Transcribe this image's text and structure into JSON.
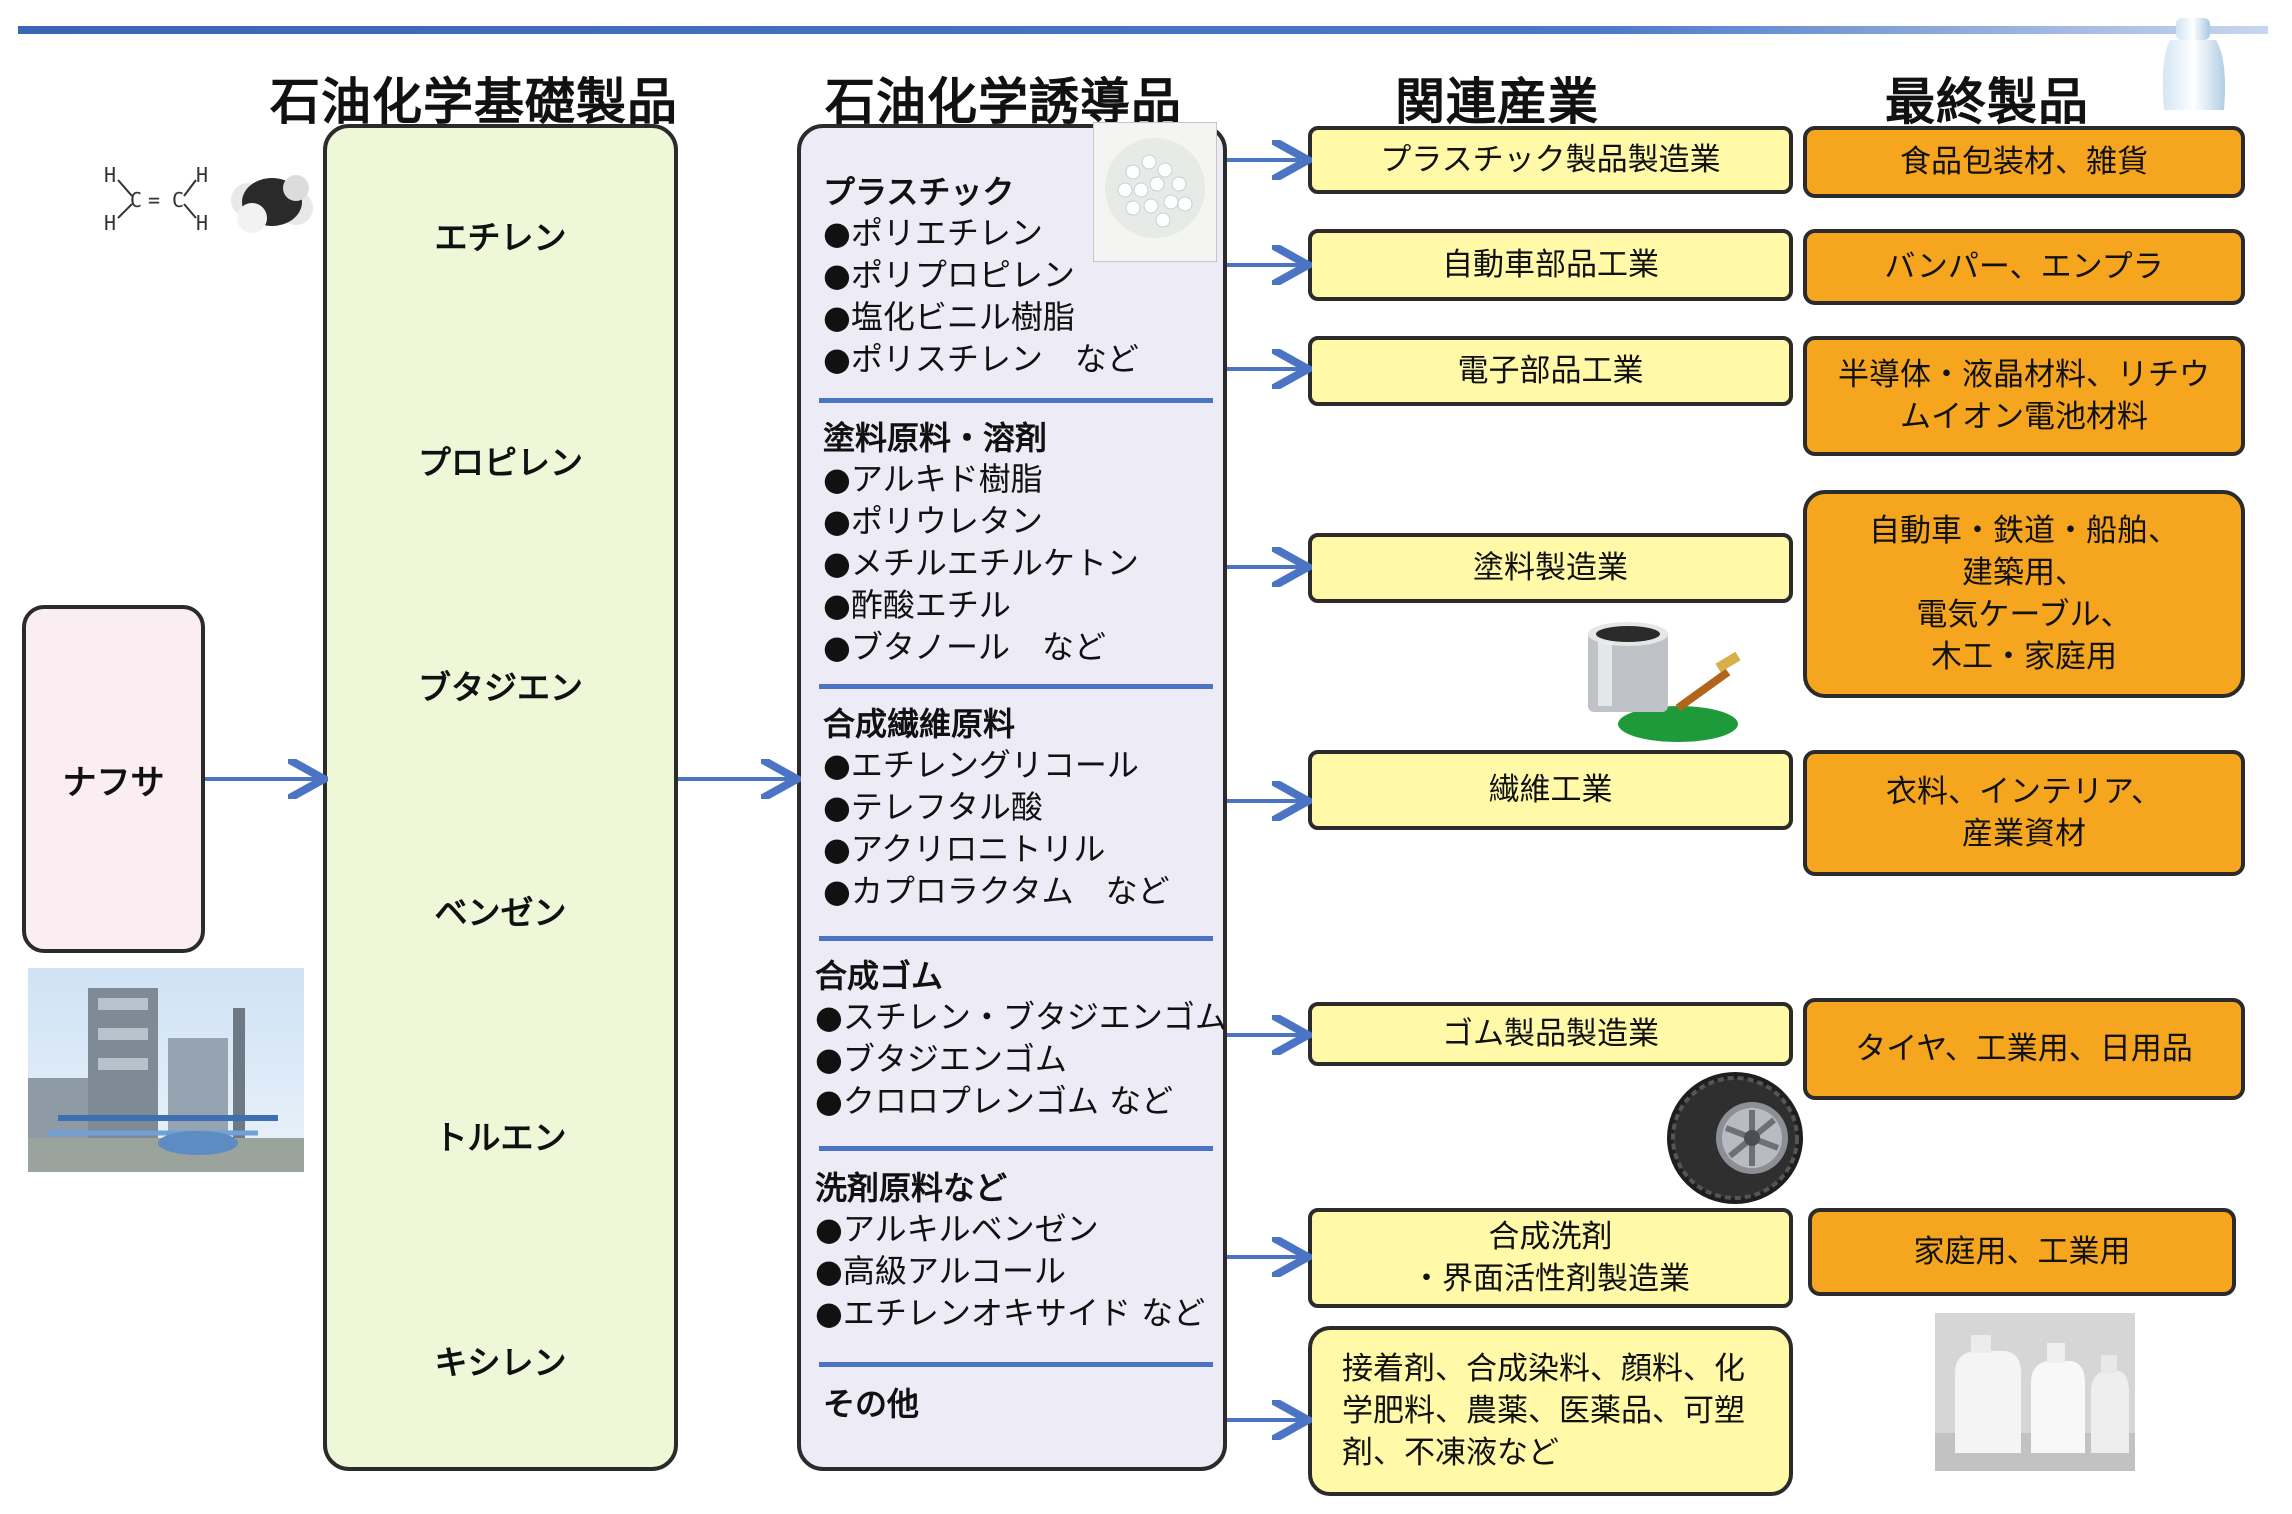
{
  "headers": {
    "basic": "石油化学基礎製品",
    "derivative": "石油化学誘導品",
    "industry": "関連産業",
    "final": "最終製品"
  },
  "naphtha": "ナフサ",
  "basic_products": [
    "エチレン",
    "プロピレン",
    "ブタジエン",
    "ベンゼン",
    "トルエン",
    "キシレン"
  ],
  "derivatives": [
    {
      "title": "プラスチック",
      "items": [
        "●ポリエチレン",
        "●ポリプロピレン",
        "●塩化ビニル樹脂",
        "●ポリスチレン　など"
      ]
    },
    {
      "title": "塗料原料・溶剤",
      "items": [
        "●アルキド樹脂",
        "●ポリウレタン",
        "●メチルエチルケトン",
        "●酢酸エチル",
        "●ブタノール　など"
      ]
    },
    {
      "title": "合成繊維原料",
      "items": [
        "●エチレングリコール",
        "●テレフタル酸",
        "●アクリロニトリル",
        "●カプロラクタム　など"
      ]
    },
    {
      "title": "合成ゴム",
      "items": [
        "●スチレン・ブタジエンゴム",
        "●ブタジエンゴム",
        "●クロロプレンゴム など"
      ]
    },
    {
      "title": "洗剤原料など",
      "items": [
        "●アルキルベンゼン",
        "●高級アルコール",
        "●エチレンオキサイド など"
      ]
    },
    {
      "title": "その他",
      "items": []
    }
  ],
  "industries": [
    "プラスチック製品製造業",
    "自動車部品工業",
    "電子部品工業",
    "塗料製造業",
    "繊維工業",
    "ゴム製品製造業",
    "合成洗剤\n・界面活性剤製造業",
    "接着剤、合成染料、顔料、化\n学肥料、農薬、医薬品、可塑\n剤、不凍液など"
  ],
  "final_products": [
    "食品包装材、雑貨",
    "バンパー、エンプラ",
    "半導体・液晶材料、リチウ\nムイオン電池材料",
    "自動車・鉄道・船舶、\n建築用、\n電気ケーブル、\n木工・家庭用",
    "衣料、インテリア、\n産業資材",
    "タイヤ、工業用、日用品",
    "家庭用、工業用"
  ],
  "molecule": {
    "atoms": [
      "H",
      "H",
      "C",
      "C",
      "H",
      "H"
    ],
    "bond": "="
  },
  "colors": {
    "naphtha_bg": "#fbeef2",
    "basic_bg": "#eef8d8",
    "deriv_bg": "#ecebf6",
    "industry_bg": "#fff9a8",
    "final_bg": "#f5a51e",
    "arrow": "#4c74c4"
  }
}
